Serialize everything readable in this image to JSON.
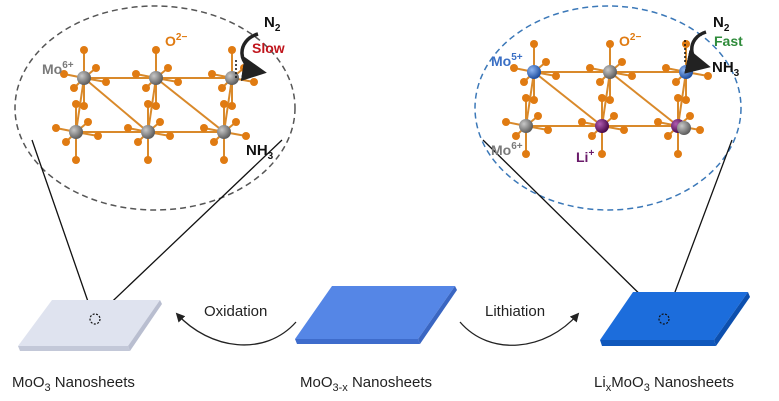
{
  "labels": {
    "left_sheet": "MoO",
    "left_sheet_sub": "3",
    "left_sheet_tail": " Nanosheets",
    "mid_sheet": "MoO",
    "mid_sheet_sub": "3-x",
    "mid_sheet_tail": " Nanosheets",
    "right_sheet_pre": "Li",
    "right_sheet_x": "x",
    "right_sheet": "MoO",
    "right_sheet_sub": "3",
    "right_sheet_tail": " Nanosheets",
    "oxidation": "Oxidation",
    "lithiation": "Lithiation"
  },
  "left_zoom": {
    "n2": "N",
    "n2_sub": "2",
    "rate": "Slow",
    "mo": "Mo",
    "mo_sup": "6+",
    "o": "O",
    "o_sup": "2−",
    "nh3": "NH",
    "nh3_sub": "3"
  },
  "right_zoom": {
    "n2": "N",
    "n2_sub": "2",
    "rate": "Fast",
    "mo5": "Mo",
    "mo5_sup": "5+",
    "mo6": "Mo",
    "mo6_sup": "6+",
    "o": "O",
    "o_sup": "2−",
    "li": "Li",
    "li_sup": "+",
    "nh3": "NH",
    "nh3_sub": "3"
  },
  "colors": {
    "mo6": "#7a7a7a",
    "mo5": "#3a6fc4",
    "li": "#6a1a6a",
    "oxygen": "#e07b12",
    "bond": "#d9892a",
    "slow": "#c0151c",
    "fast": "#2e8b3a",
    "sheet_left": "#d3d9ea",
    "sheet_mid": "#4f7fe0",
    "sheet_right": "#1868d8",
    "left_circle": "#555555",
    "right_circle": "#3b78b8"
  }
}
